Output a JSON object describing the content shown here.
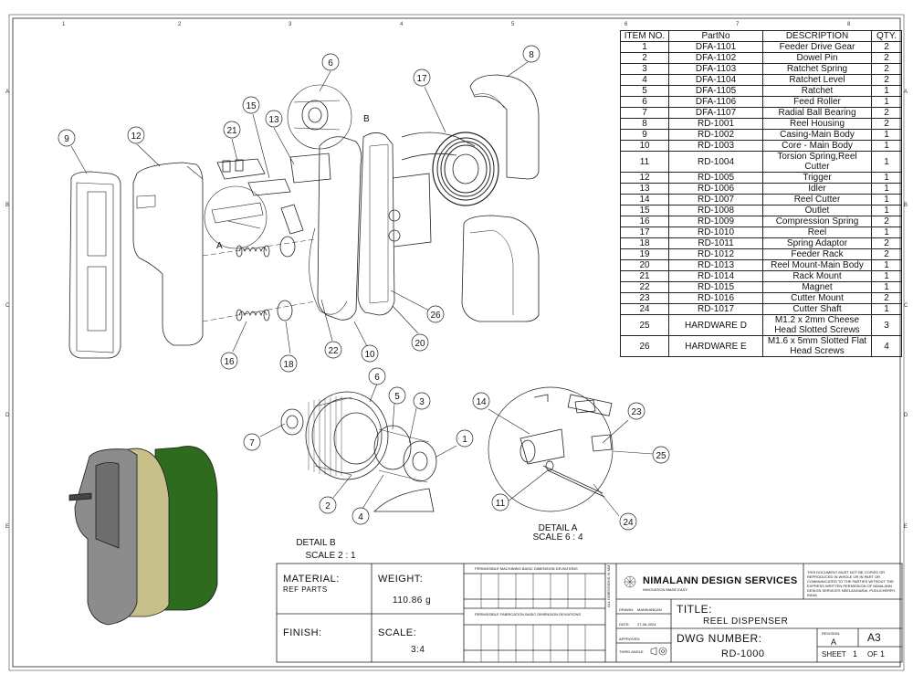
{
  "zones": {
    "columns": [
      "1",
      "2",
      "3",
      "4",
      "5",
      "6",
      "7",
      "8"
    ],
    "rows": [
      "A",
      "B",
      "C",
      "D",
      "E"
    ]
  },
  "bom": {
    "headers": [
      "ITEM NO.",
      "PartNo",
      "DESCRIPTION",
      "QTY."
    ],
    "rows": [
      {
        "item": "1",
        "part": "DFA-1101",
        "desc": "Feeder Drive Gear",
        "qty": "2"
      },
      {
        "item": "2",
        "part": "DFA-1102",
        "desc": "Dowel Pin",
        "qty": "2"
      },
      {
        "item": "3",
        "part": "DFA-1103",
        "desc": "Ratchet Spring",
        "qty": "2"
      },
      {
        "item": "4",
        "part": "DFA-1104",
        "desc": "Ratchet Level",
        "qty": "2"
      },
      {
        "item": "5",
        "part": "DFA-1105",
        "desc": "Ratchet",
        "qty": "1"
      },
      {
        "item": "6",
        "part": "DFA-1106",
        "desc": "Feed Roller",
        "qty": "1"
      },
      {
        "item": "7",
        "part": "DFA-1107",
        "desc": "Radial Ball Bearing",
        "qty": "2"
      },
      {
        "item": "8",
        "part": "RD-1001",
        "desc": "Reel Housing",
        "qty": "2"
      },
      {
        "item": "9",
        "part": "RD-1002",
        "desc": "Casing-Main Body",
        "qty": "1"
      },
      {
        "item": "10",
        "part": "RD-1003",
        "desc": "Core - Main Body",
        "qty": "1"
      },
      {
        "item": "11",
        "part": "RD-1004",
        "desc": "Torsion Spring,Reel Cutter",
        "qty": "1"
      },
      {
        "item": "12",
        "part": "RD-1005",
        "desc": "Trigger",
        "qty": "1"
      },
      {
        "item": "13",
        "part": "RD-1006",
        "desc": "Idler",
        "qty": "1"
      },
      {
        "item": "14",
        "part": "RD-1007",
        "desc": "Reel Cutter",
        "qty": "1"
      },
      {
        "item": "15",
        "part": "RD-1008",
        "desc": "Outlet",
        "qty": "1"
      },
      {
        "item": "16",
        "part": "RD-1009",
        "desc": "Compression Spring",
        "qty": "2"
      },
      {
        "item": "17",
        "part": "RD-1010",
        "desc": "Reel",
        "qty": "1"
      },
      {
        "item": "18",
        "part": "RD-1011",
        "desc": "Spring Adaptor",
        "qty": "2"
      },
      {
        "item": "19",
        "part": "RD-1012",
        "desc": "Feeder Rack",
        "qty": "2"
      },
      {
        "item": "20",
        "part": "RD-1013",
        "desc": "Reel Mount-Main Body",
        "qty": "1"
      },
      {
        "item": "21",
        "part": "RD-1014",
        "desc": "Rack Mount",
        "qty": "1"
      },
      {
        "item": "22",
        "part": "RD-1015",
        "desc": "Magnet",
        "qty": "1"
      },
      {
        "item": "23",
        "part": "RD-1016",
        "desc": "Cutter Mount",
        "qty": "2"
      },
      {
        "item": "24",
        "part": "RD-1017",
        "desc": "Cutter Shaft",
        "qty": "1"
      },
      {
        "item": "25",
        "part": "HARDWARE D",
        "desc": "M1.2 x 2mm Cheese Head Slotted Screws",
        "qty": "3"
      },
      {
        "item": "26",
        "part": "HARDWARE E",
        "desc": "M1.6 x 5mm Slotted Flat Head Screws",
        "qty": "4"
      }
    ]
  },
  "callouts": {
    "main": [
      "9",
      "12",
      "21",
      "15",
      "13",
      "6",
      "17",
      "8",
      "16",
      "18",
      "22",
      "10",
      "20",
      "26"
    ],
    "detail_b": [
      "6",
      "7",
      "5",
      "3",
      "1",
      "2",
      "4"
    ],
    "detail_a": [
      "14",
      "23",
      "25",
      "11",
      "24"
    ]
  },
  "views": {
    "view_label_a": "A",
    "view_label_b": "B",
    "detail_b_title": "DETAIL B",
    "detail_b_scale": "SCALE 2 : 1",
    "detail_a_title": "DETAIL A",
    "detail_a_scale": "SCALE 6 : 4"
  },
  "title_block": {
    "material_label": "MATERIAL:",
    "material_value": "REF PARTS",
    "weight_label": "WEIGHT:",
    "weight_value": "110.86 g",
    "finish_label": "FINISH:",
    "scale_label": "SCALE:",
    "scale_value": "3:4",
    "machining_title": "PERMISSIBLE MACHINING BASIC DIMENSION DEVIATIONS",
    "fabrication_title": "PERMISSIBLE FABRICATION BASIC DIMENSION DEVIATIONS",
    "dims_note": "ALL DIMENSIONS IN MM",
    "company": "NIMALANN DESIGN SERVICES",
    "tagline": "INNOVATION MADE EASY",
    "copyright": "THIS DOCUMENT MUST NOT BE COPIED OR REPRODUCED IN WHOLE OR IN PART OR COMMUNICATED TO THE PARTIES WITHOUT THE EXPRESS WRITTEN PERMISSION OF NIMALANN DESIGN SERVICES NEELANGARAI, PUDUCHERRY, INDIA",
    "drawn_label": "DRAWN:",
    "drawn_value": "MANIKANDAN",
    "date_label": "DATE:",
    "date_value": "27-06-2024",
    "approved_label": "APPROVED:",
    "third_angle": "THIRD ANGLE",
    "title_label": "TITLE:",
    "title_value": "REEL DISPENSER",
    "dwg_label": "DWG NUMBER:",
    "dwg_value": "RD-1000",
    "revision_label": "REVISION:",
    "revision_value": "A",
    "size_value": "A3",
    "sheet_label": "SHEET",
    "sheet_value": "1",
    "of_label": "OF",
    "of_value": "1"
  },
  "colors": {
    "line": "#222222",
    "housing_grey": "#8c8c8c",
    "housing_tan": "#c8c08a",
    "housing_green": "#2e6b1f"
  }
}
